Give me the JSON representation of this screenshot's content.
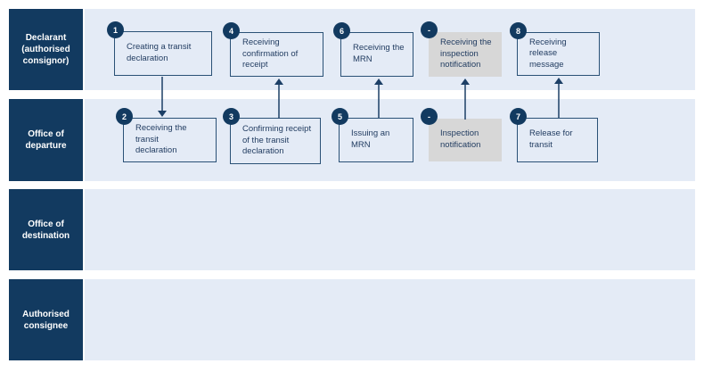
{
  "diagram": {
    "lanes": [
      {
        "label": "Declarant\n(authorised\nconsignor)"
      },
      {
        "label": "Office of\ndeparture"
      },
      {
        "label": "Office of\ndestination"
      },
      {
        "label": "Authorised\nconsignee"
      }
    ],
    "steps": [
      {
        "badge": "1",
        "label": "Creating a transit\ndeclaration"
      },
      {
        "badge": "2",
        "label": "Receiving the transit\ndeclaration"
      },
      {
        "badge": "3",
        "label": "Confirming receipt\nof the transit\ndeclaration"
      },
      {
        "badge": "4",
        "label": "Receiving\nconfirmation of\nreceipt"
      },
      {
        "badge": "5",
        "label": "Issuing an\nMRN"
      },
      {
        "badge": "6",
        "label": "Receiving the\nMRN"
      },
      {
        "badge": "-",
        "label": "Receiving the\ninspection\nnotification"
      },
      {
        "badge": "-",
        "label": "Inspection\nnotification"
      },
      {
        "badge": "7",
        "label": "Release for transit"
      },
      {
        "badge": "8",
        "label": "Receiving release\nmessage"
      }
    ],
    "colors": {
      "lane_label_bg": "#123a60",
      "lane_band_bg": "#e4ebf6",
      "box_border": "#2a5176",
      "inspection_box_bg": "#d7d7d7",
      "arrow": "#1c3f66",
      "text": "#1f3a5f",
      "lane_label_text": "#ffffff"
    }
  }
}
